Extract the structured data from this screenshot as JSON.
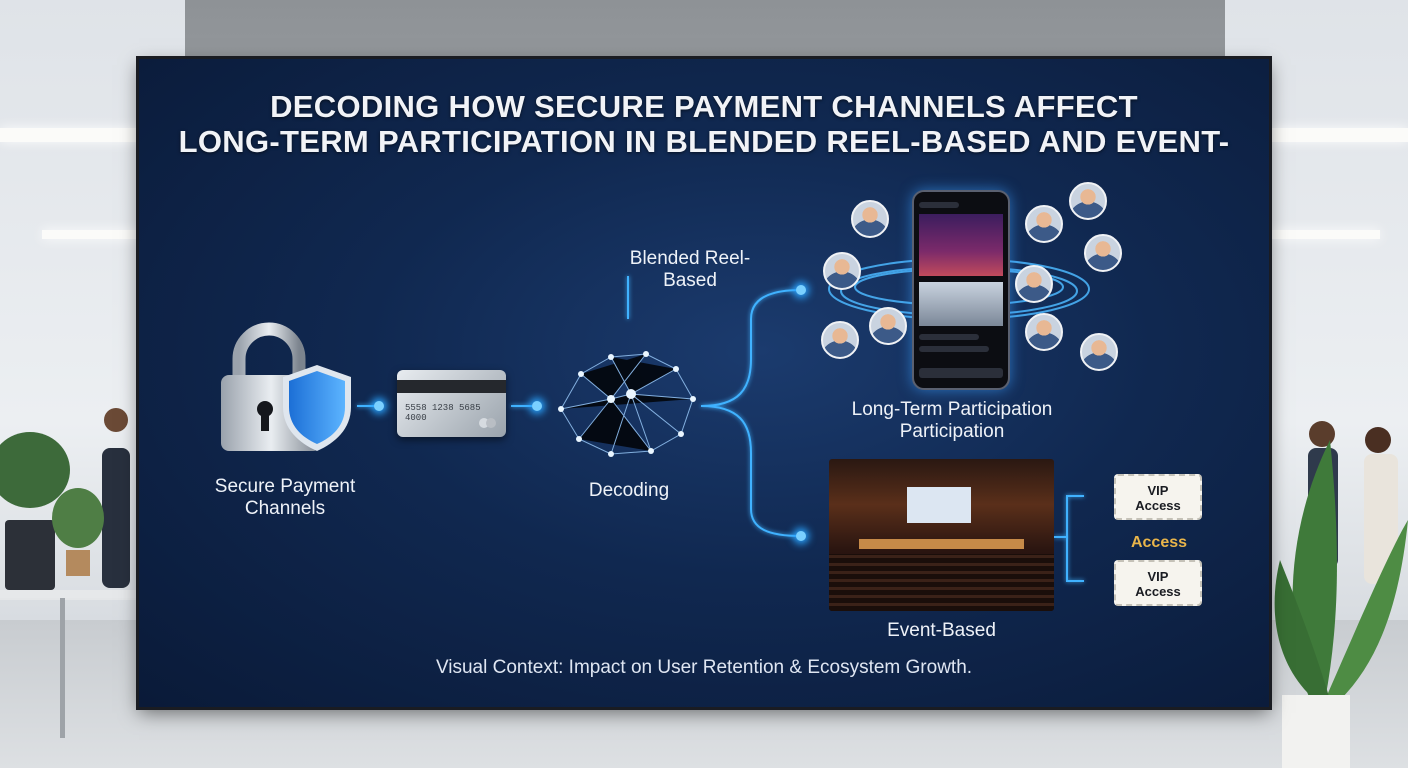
{
  "screen": {
    "title_line1": "DECODING HOW SECURE PAYMENT CHANNELS AFFECT",
    "title_line2": "LONG-TERM PARTICIPATION IN BLENDED REEL-BASED AND EVENT-",
    "secure_label": "Secure Payment Channels",
    "decoding_label": "Decoding",
    "blended_label": "Blended Reel-Based",
    "longterm_label_line1": "Long-Term Participation",
    "longterm_label_line2": "Participation",
    "event_label": "Event-Based",
    "access_label": "Access",
    "ticket1": {
      "line1": "VIP",
      "line2": "Access"
    },
    "ticket2": {
      "line1": "VIP",
      "line2": "Access"
    },
    "card_number": "5558 1238 5685 4000",
    "caption": "Visual Context: Impact on User Retention & Ecosystem Growth."
  },
  "colors": {
    "screen_bg": "#102850",
    "accent_glow": "#2aa4ff",
    "access_gold": "#e9b54a"
  },
  "icons": [
    "padlock-icon",
    "shield-icon",
    "credit-card-icon",
    "brain-network-icon",
    "phone-icon",
    "auditorium-icon",
    "ticket-icon"
  ]
}
